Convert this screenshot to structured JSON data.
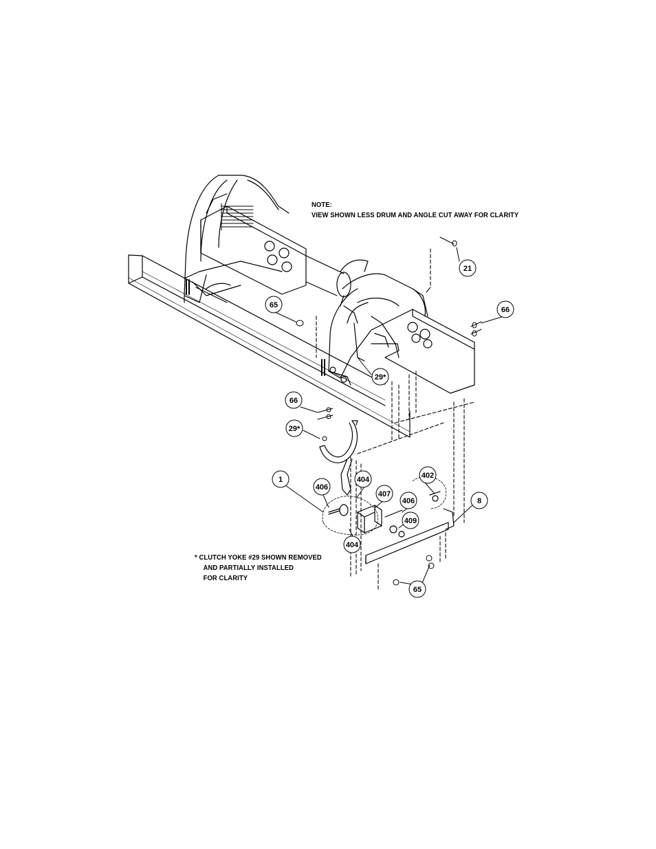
{
  "note": {
    "heading": "NOTE:",
    "text": "VIEW SHOWN LESS DRUM AND ANGLE CUT AWAY FOR CLARITY"
  },
  "footnote": {
    "line1": "* CLUTCH YOKE #29 SHOWN REMOVED",
    "line2": "AND PARTIALLY INSTALLED",
    "line3": "FOR CLARITY"
  },
  "callouts": {
    "c21": "21",
    "c65_top": "65",
    "c66_right": "66",
    "c29_upper": "29*",
    "c66_left": "66",
    "c29_lower": "29*",
    "c1": "1",
    "c406_left": "406",
    "c404_upper": "404",
    "c407": "407",
    "c406_right": "406",
    "c402": "402",
    "c8": "8",
    "c409": "409",
    "c404_lower": "404",
    "c65_bottom": "65"
  }
}
